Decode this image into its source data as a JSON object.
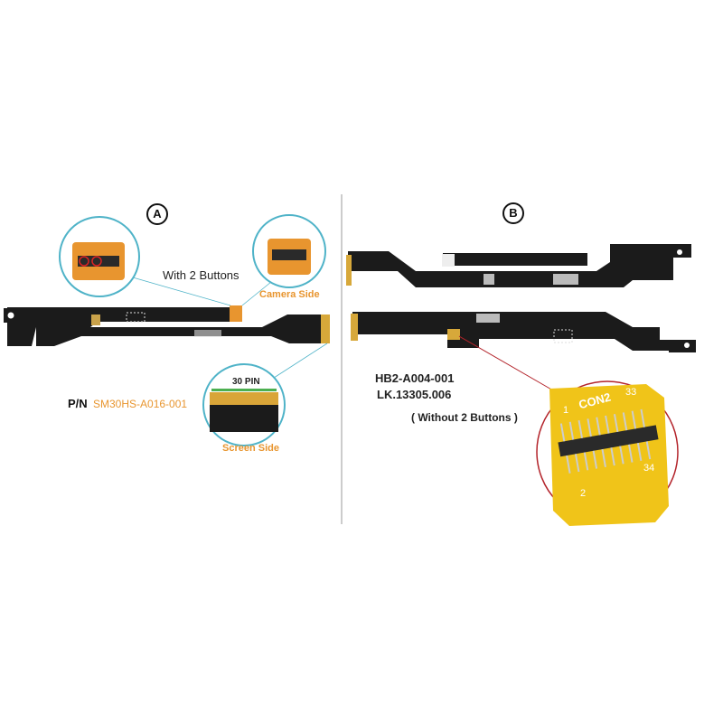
{
  "panel_a": {
    "marker": "A",
    "buttons_note": "With 2 Buttons",
    "camera_side": "Camera Side",
    "pin_count": "30 PIN",
    "screen_side": "Screen Side",
    "pn_label": "P/N",
    "pn_value": "SM30HS-A016-001"
  },
  "panel_b": {
    "marker": "B",
    "part_number_1": "HB2-A004-001",
    "part_number_2": "LK.13305.006",
    "buttons_note": "( Without 2 Buttons )",
    "connector_label": "CON2",
    "pin_labels": [
      "1",
      "33",
      "2",
      "34"
    ]
  },
  "colors": {
    "accent_orange": "#e8952f",
    "magnifier_teal": "#4fb3c8",
    "magnifier_red": "#b3232a",
    "cable_black": "#1b1b1b",
    "connector_yellow": "#f0c419"
  }
}
